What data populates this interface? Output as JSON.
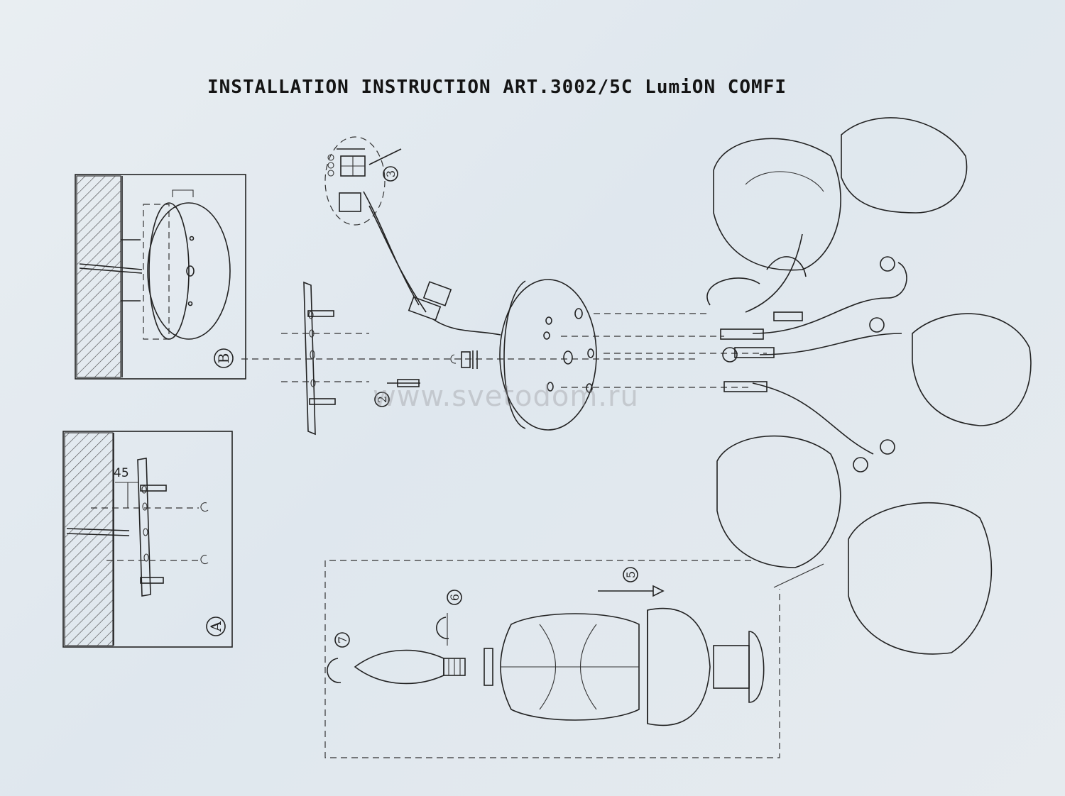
{
  "title": "INSTALLATION INSTRUCTION ART.3002/5C LumiON COMFI",
  "watermark": "www.svetodom.ru",
  "panel_b": {
    "label": "B"
  },
  "panel_a": {
    "label": "A",
    "dimension": "45"
  },
  "steps": [
    "2",
    "3",
    "5",
    "6",
    "7"
  ],
  "colors": {
    "ink": "#222222",
    "paper": "#e6ecf0"
  }
}
